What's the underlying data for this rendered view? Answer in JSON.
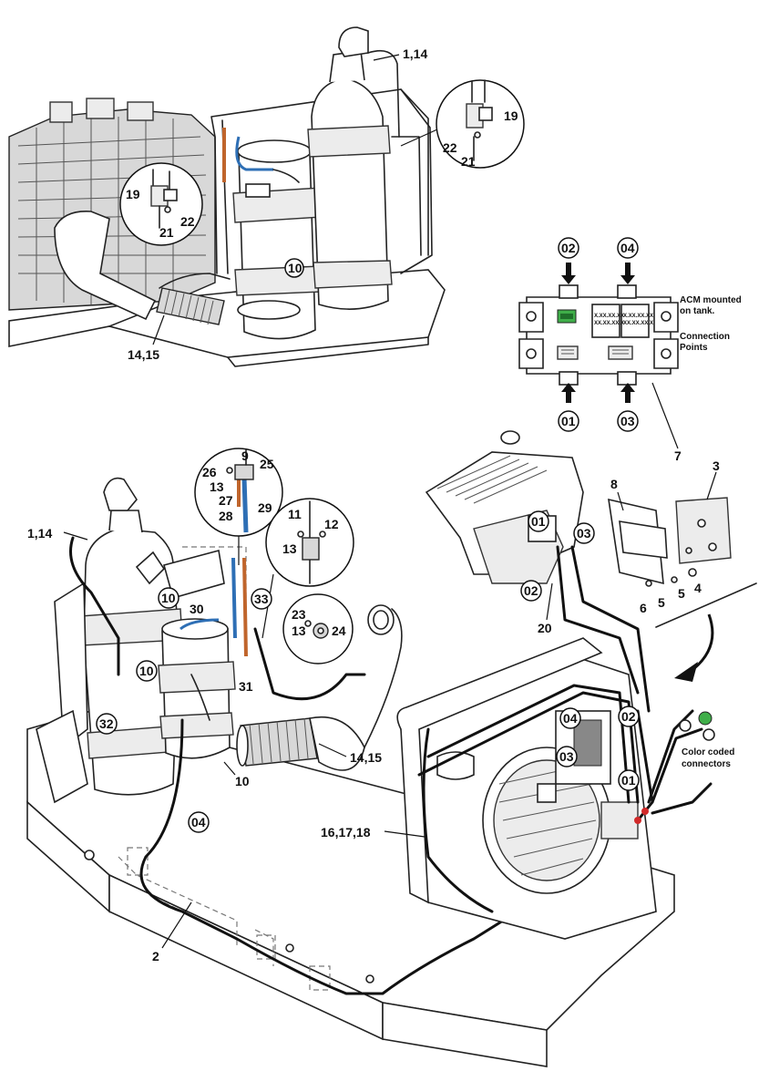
{
  "top_view": {
    "callouts": [
      "1,14",
      "19",
      "22",
      "21",
      "19",
      "21",
      "22",
      "10",
      "14,15"
    ]
  },
  "acm": {
    "ports": [
      "02",
      "04",
      "01",
      "03"
    ],
    "note_1": "ACM mounted",
    "note_2": "on tank.",
    "note_3": "Connection",
    "note_4": "Points",
    "display_1": "X.XX.XX.XX",
    "display_2": "XX.XX.XX.X",
    "callout": "7"
  },
  "bracket_view": {
    "callouts": [
      "3",
      "8",
      "4",
      "5",
      "5",
      "6",
      "01",
      "03",
      "02",
      "20"
    ]
  },
  "bottom_view": {
    "callouts": [
      "1,14",
      "9",
      "25",
      "26",
      "13",
      "27",
      "28",
      "29",
      "11",
      "12",
      "13",
      "33",
      "23",
      "13",
      "24",
      "10",
      "30",
      "10",
      "31",
      "32",
      "14,15",
      "10",
      "04",
      "16,17,18",
      "2",
      "04",
      "02",
      "03",
      "01"
    ],
    "color_note_1": "Color coded",
    "color_note_2": "connectors"
  },
  "colors": {
    "line": "#222222",
    "blue_tube": "#2e6fb5",
    "orange_tube": "#c0652c",
    "green_conn": "#3fae49",
    "red_conn": "#d22a2a"
  }
}
